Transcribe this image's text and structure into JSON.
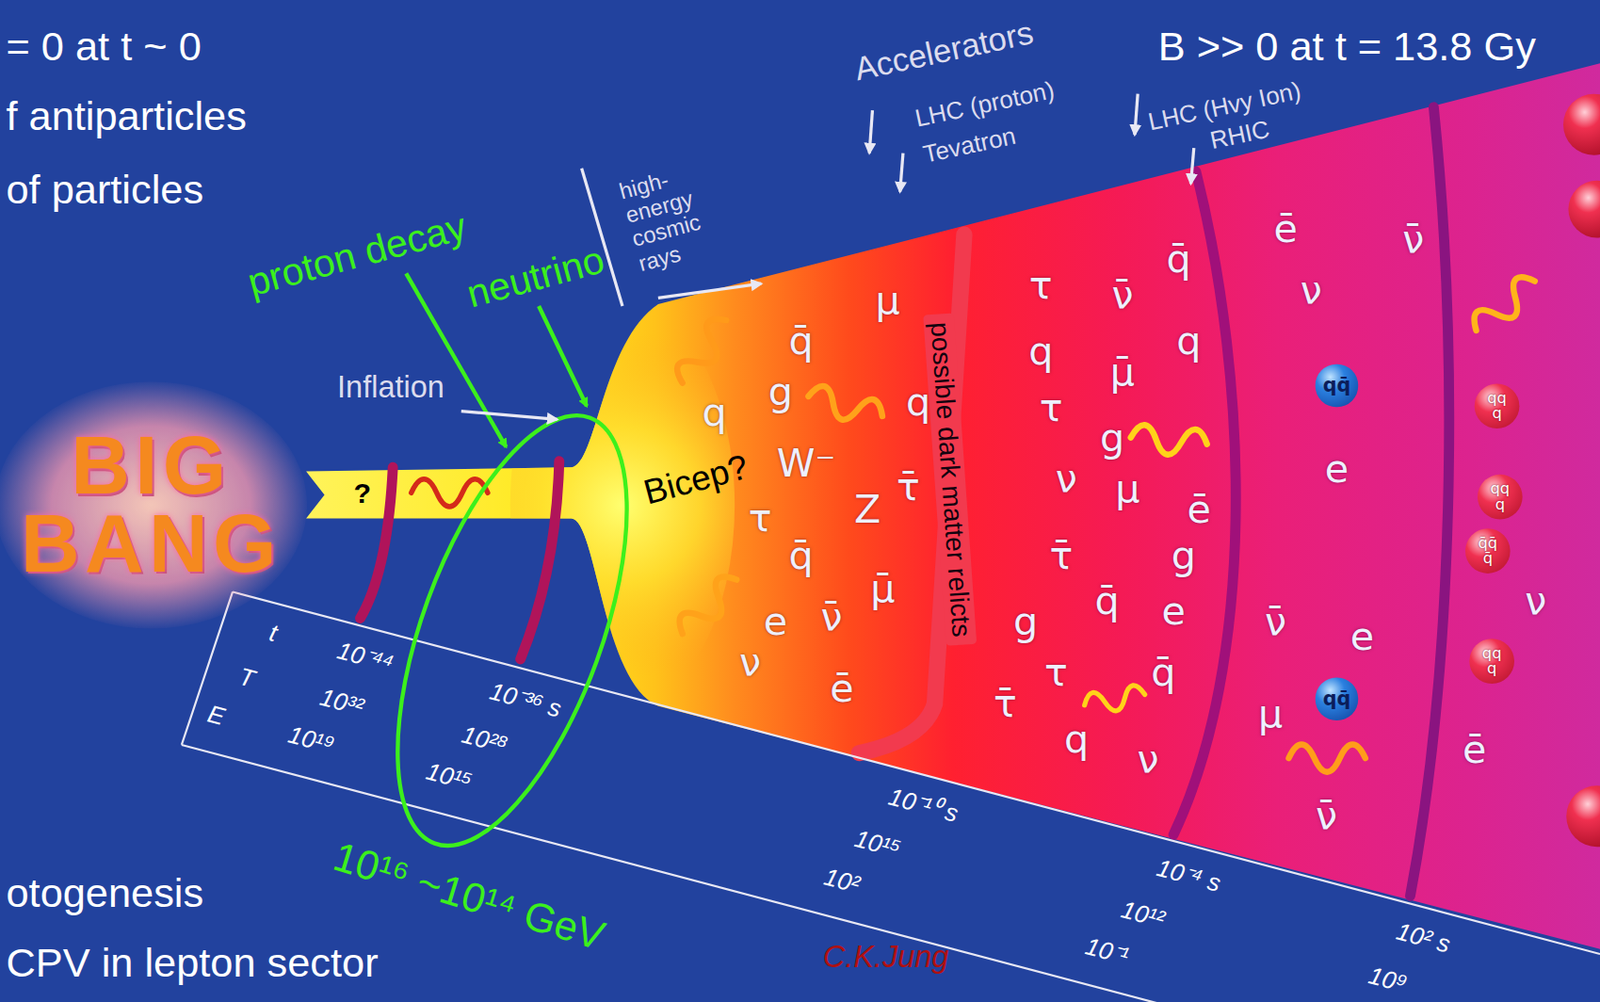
{
  "diagram": {
    "nodes": [
      {
        "text": [
          "BIG BANG"
        ]
      },
      {
        "text": [
          "qq̄"
        ]
      },
      {
        "text": [
          "qq q"
        ]
      },
      {
        "text": [
          "qq q"
        ]
      },
      {
        "text": [
          "q̄q̄ q̄"
        ]
      },
      {
        "text": [
          "qq q"
        ]
      },
      {
        "text": [
          "qq̄"
        ]
      }
    ],
    "labels": [
      "= 0 at t ~ 0",
      "f antiparticles",
      "of particles",
      "otogenesis",
      "CPV in lepton sector",
      "B >> 0 at t = 13.8 Gy",
      "Accelerators",
      "LHC (proton)",
      "Tevatron",
      "LHC (Hvy Ion)",
      "RHIC",
      "high- energy cosmic rays",
      "Inflation",
      "?",
      "proton decay",
      "neutrino",
      "Bicep?",
      "10¹⁶ ~10¹⁴ GeV",
      "possible dark matter relicts",
      "C.K.Jung",
      "t",
      "T",
      "E",
      "10⁻⁴⁴",
      "10³²",
      "10¹⁹",
      "10⁻³⁶ s",
      "10²⁸",
      "10¹⁵",
      "10⁻¹⁰ s",
      "10¹⁵",
      "10²",
      "10⁻⁴ s",
      "10¹²",
      "10⁻¹",
      "10² s",
      "10⁹",
      "q̄",
      "μ",
      "q",
      "g",
      "q",
      "W⁻",
      "τ",
      "Z",
      "τ̄",
      "q̄",
      "μ̄",
      "e",
      "ν̄",
      "ν",
      "ē",
      "τ",
      "q̄",
      "ν̄",
      "q",
      "μ̄",
      "q",
      "τ",
      "g",
      "ν",
      "μ",
      "ē",
      "τ̄",
      "g",
      "g",
      "q̄",
      "e",
      "τ",
      "τ̄",
      "q",
      "ν",
      "q̄",
      "μ",
      "ē",
      "ν̄",
      "ν",
      "e",
      "ν̄",
      "e",
      "ν",
      "ē",
      "ν̄"
    ]
  }
}
